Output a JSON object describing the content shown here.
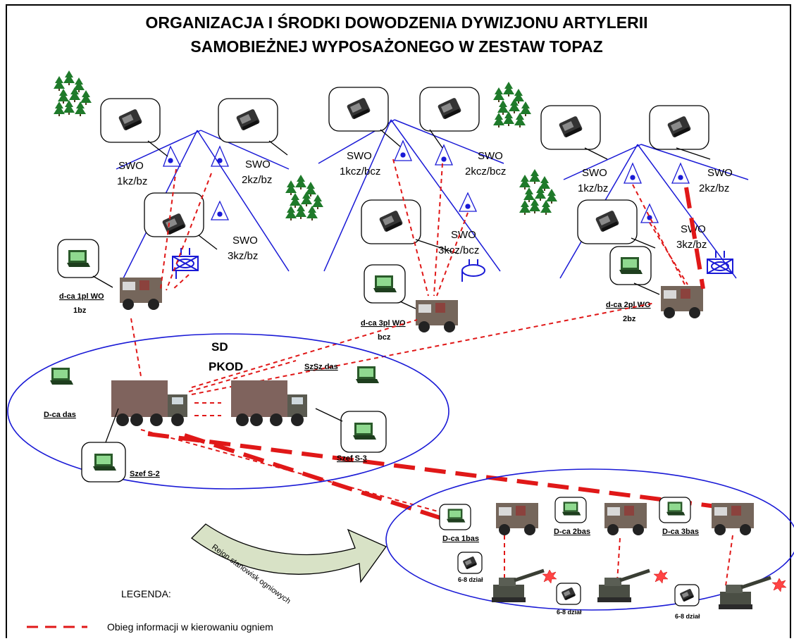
{
  "title": {
    "line1": "ORGANIZACJA I ŚRODKI DOWODZENIA  DYWIZJONU ARTYLERII",
    "line2": "SAMOBIEŻNEJ  WYPOSAŻONEGO W ZESTAW TOPAZ"
  },
  "groups": [
    {
      "swo": [
        {
          "name": "SWO",
          "unit": "1kz/bz"
        },
        {
          "name": "SWO",
          "unit": "2kz/bz"
        },
        {
          "name": "SWO",
          "unit": "3kz/bz"
        }
      ],
      "commander": {
        "line1": "d-ca 1pl WO",
        "line2": "1bz"
      }
    },
    {
      "swo": [
        {
          "name": "SWO",
          "unit": "1kcz/bcz"
        },
        {
          "name": "SWO",
          "unit": "2kcz/bcz"
        },
        {
          "name": "SWO",
          "unit": "3kcz/bcz"
        }
      ],
      "commander": {
        "line1": "d-ca 3pl WO",
        "line2": "bcz"
      }
    },
    {
      "swo": [
        {
          "name": "SWO",
          "unit": "1kz/bz"
        },
        {
          "name": "SWO",
          "unit": "2kz/bz"
        },
        {
          "name": "SWO",
          "unit": "3kz/bz"
        }
      ],
      "commander": {
        "line1": "d-ca 2pl WO",
        "line2": "2bz"
      }
    }
  ],
  "command_post": {
    "sd": "SD",
    "pkod": "PKOD",
    "dca_das": "D-ca das",
    "szsz_das": "SzSz das",
    "szef_s2": "Szef S-2",
    "szef_s3": "Szef S-3"
  },
  "firing_area": {
    "batteries": [
      "D-ca 1bas",
      "D-ca 2bas",
      "D-ca 3bas"
    ],
    "guns": [
      "6-8 dział",
      "6-8 dział",
      "6-8 dział"
    ]
  },
  "arrow_label": "Rejon stanowisk ogniowych",
  "legend": {
    "title": "LEGENDA:",
    "item": "Obieg informacji w kierowaniu ogniem"
  },
  "colors": {
    "line_blue": "#1a1ad6",
    "dash_red": "#e01818",
    "tree_green": "#1f7a2a",
    "arrow_fill": "#d8e2c6"
  }
}
